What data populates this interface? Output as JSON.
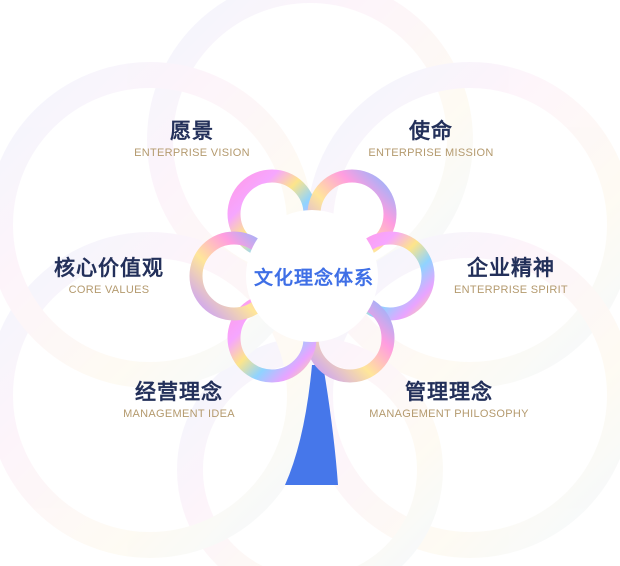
{
  "center_title": "文化理念体系",
  "items": [
    {
      "zh": "愿景",
      "en": "ENTERPRISE VISION"
    },
    {
      "zh": "使命",
      "en": "ENTERPRISE MISSION"
    },
    {
      "zh": "核心价值观",
      "en": "CORE VALUES"
    },
    {
      "zh": "企业精神",
      "en": "ENTERPRISE SPIRIT"
    },
    {
      "zh": "经营理念",
      "en": "MANAGEMENT IDEA"
    },
    {
      "zh": "管理理念",
      "en": "MANAGEMENT PHILOSOPHY"
    }
  ],
  "colors": {
    "title": "#23305a",
    "subtitle": "#b49a6e",
    "center": "#3f6fe6",
    "stem": "#4677ea"
  }
}
